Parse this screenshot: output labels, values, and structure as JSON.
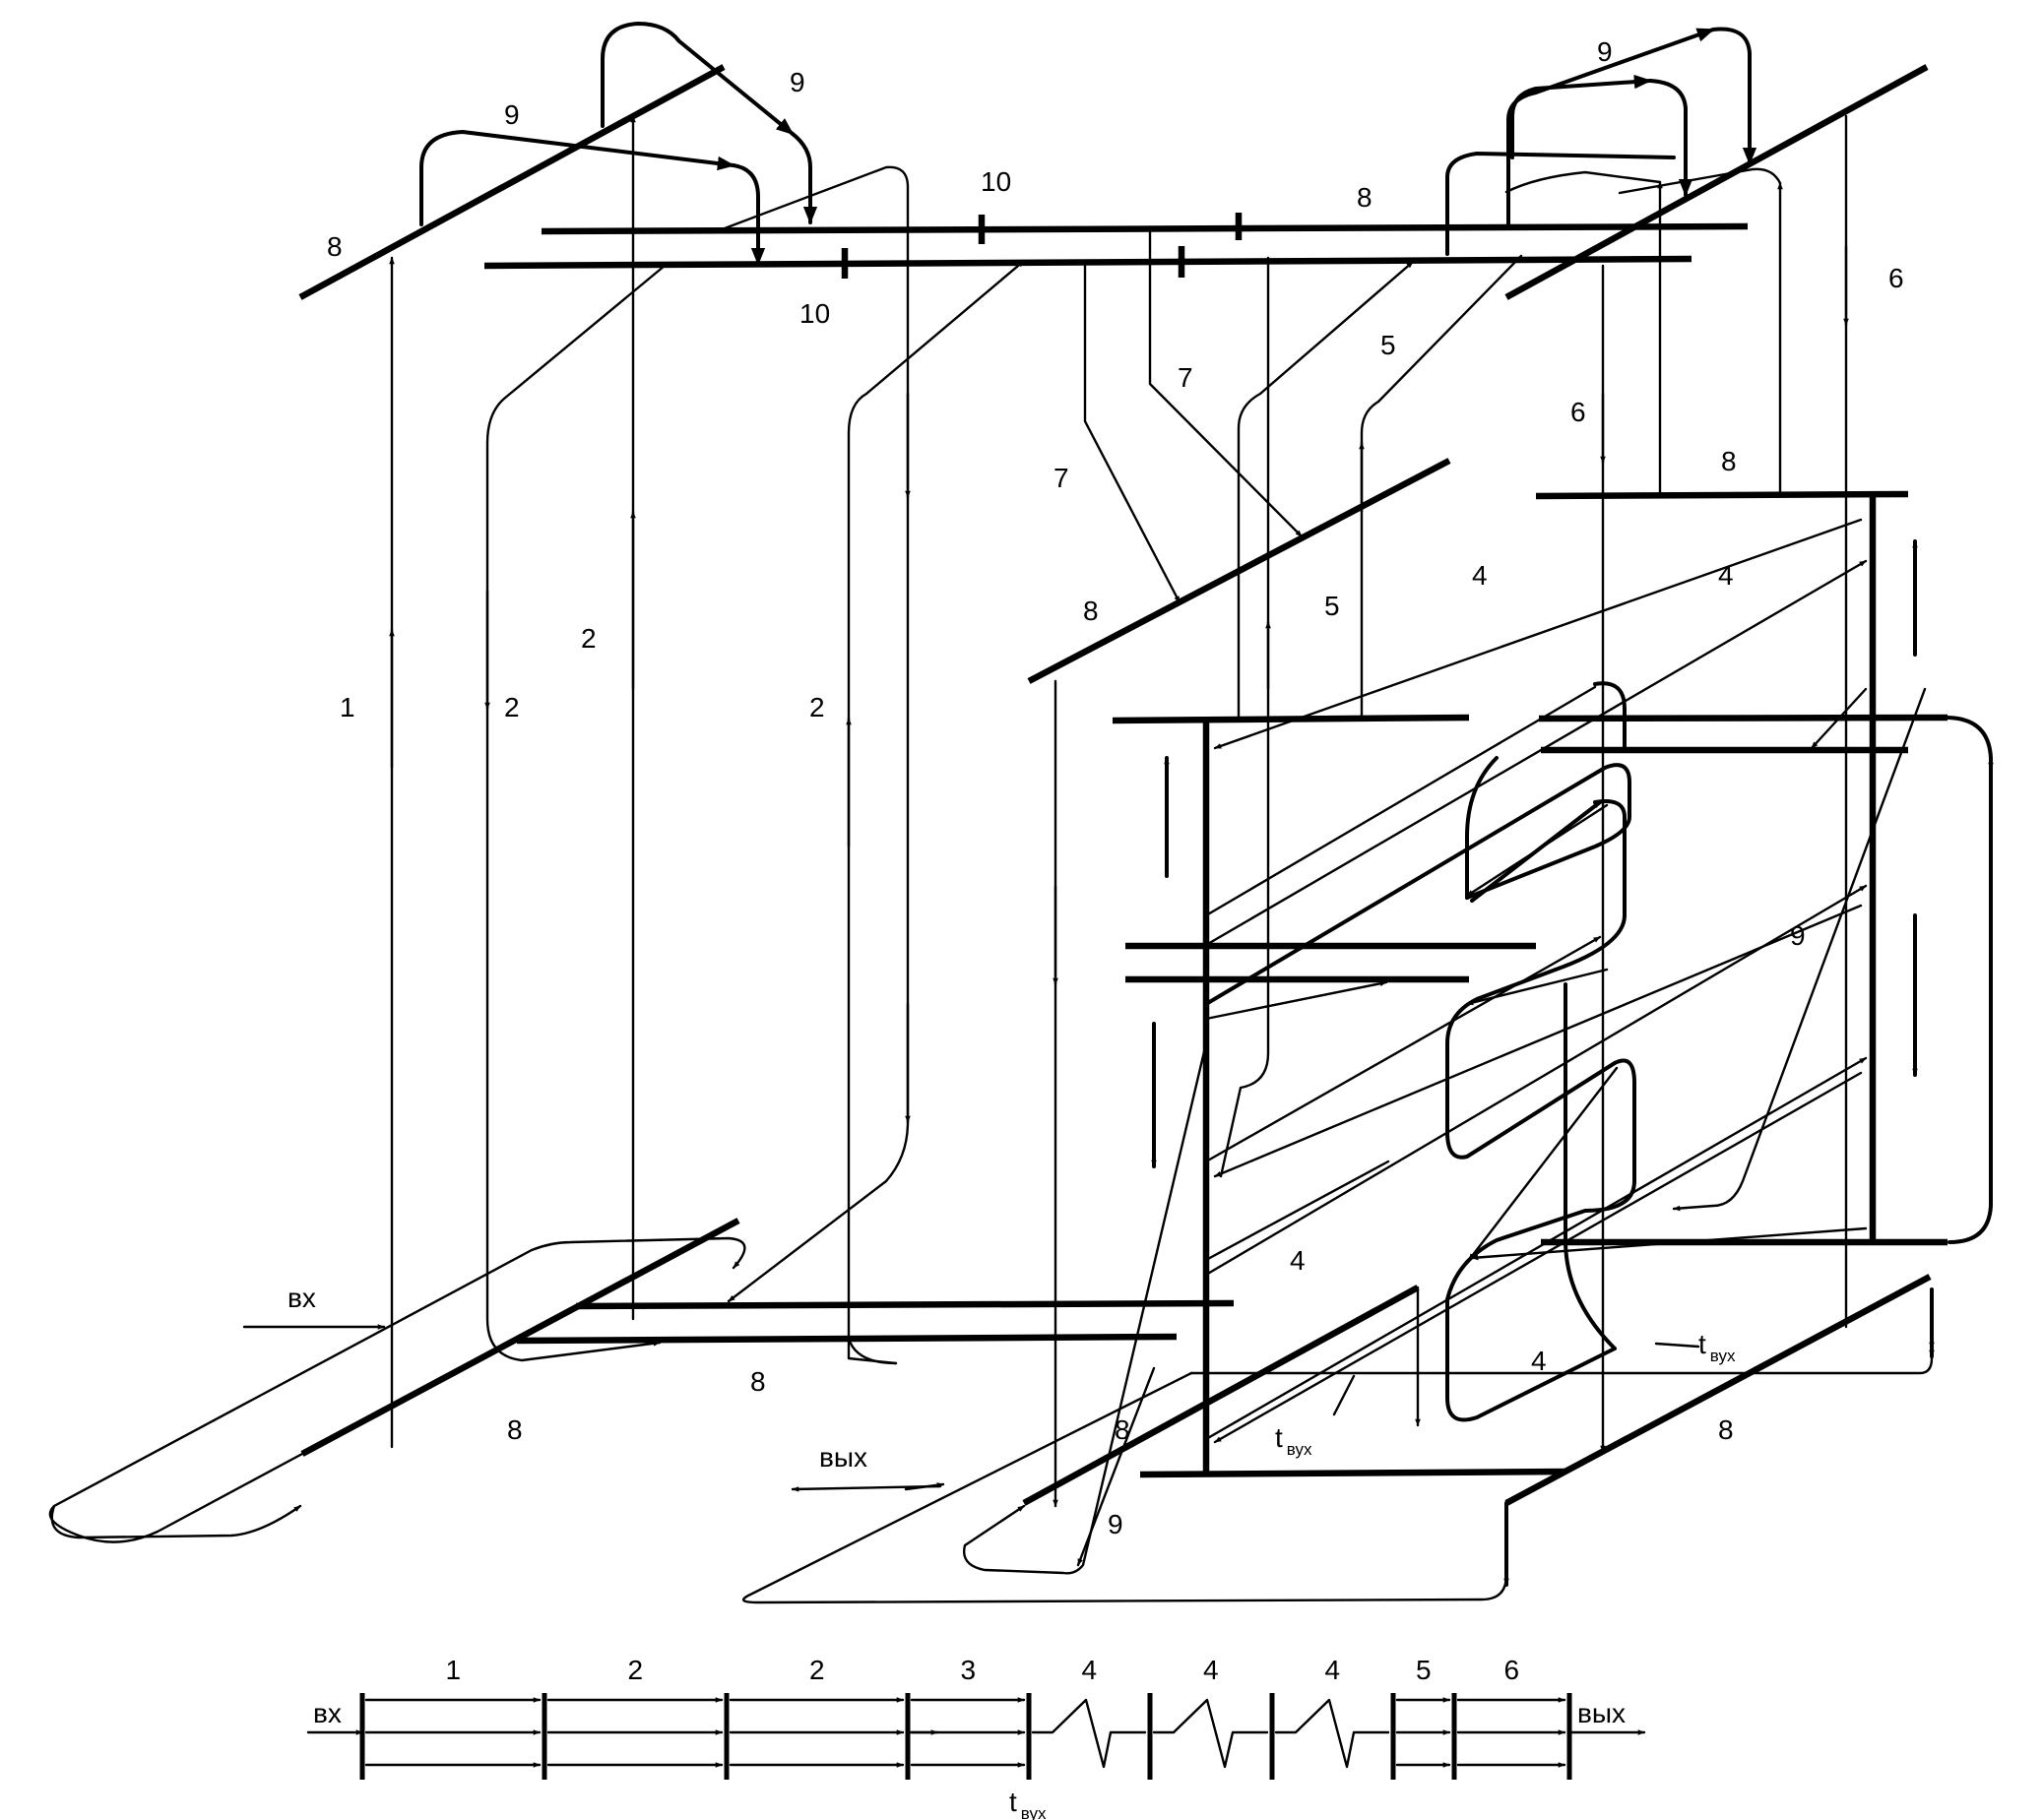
{
  "diagram": {
    "section_labels": {
      "l1": "1",
      "l2a": "2",
      "l2b": "2",
      "l2c": "2",
      "l4a": "4",
      "l4b": "4",
      "l4c": "4",
      "l4d": "4",
      "l5a": "5",
      "l5b": "5",
      "l6a": "6",
      "l6b": "6",
      "l7a": "7",
      "l7b": "7",
      "l8a": "8",
      "l8b": "8",
      "l8c": "8",
      "l8d": "8",
      "l8e": "8",
      "l8f": "8",
      "l8g": "8",
      "l8h": "8",
      "l9a": "9",
      "l9b": "9",
      "l9c": "9",
      "l9d": "9",
      "l9e": "9",
      "l10a": "10",
      "l10b": "10"
    },
    "inlet_label": "вх",
    "outlet_label": "вых",
    "temp_symbol": "t",
    "temp_subscript": "вух"
  },
  "scheme": {
    "section_labels": [
      "1",
      "2",
      "2",
      "3",
      "4",
      "4",
      "4",
      "5",
      "6"
    ],
    "inlet_label": "вх",
    "outlet_label": "вых",
    "temp_symbol": "t",
    "temp_subscript": "вух"
  }
}
